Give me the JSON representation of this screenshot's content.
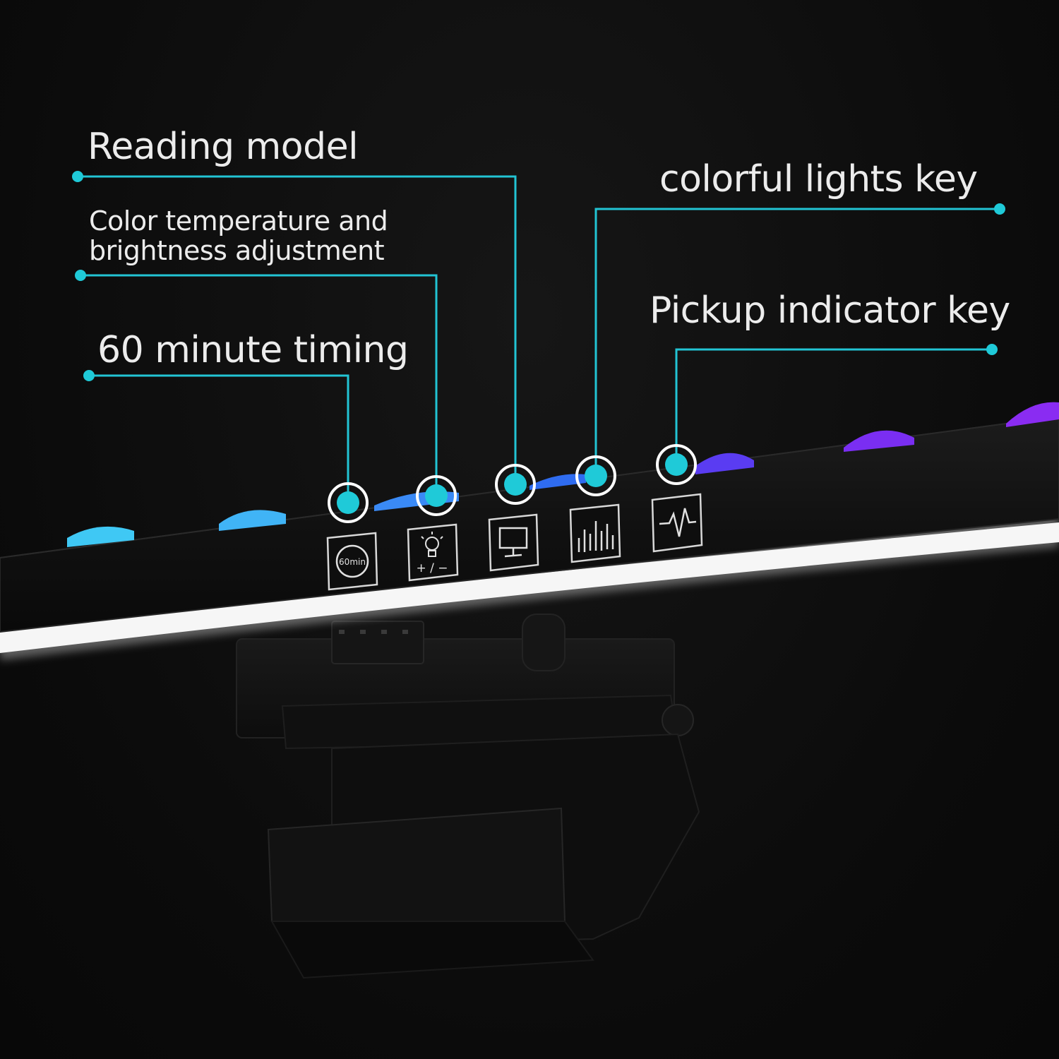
{
  "callouts": {
    "reading_model": "Reading model",
    "color_temp_line1": "Color temperature and",
    "color_temp_line2": "brightness adjustment",
    "timing": "60 minute timing",
    "colorful_lights": "colorful lights key",
    "pickup_indicator": "Pickup indicator key"
  },
  "keys": [
    {
      "icon": "timer-60min-icon",
      "text": "60min"
    },
    {
      "icon": "bulb-plus-minus-icon",
      "text": "+ / −"
    },
    {
      "icon": "monitor-icon"
    },
    {
      "icon": "equalizer-bars-icon"
    },
    {
      "icon": "pulse-wave-icon"
    }
  ],
  "colors": {
    "background": "#0c0c0c",
    "callout_line": "#22c4d4",
    "callout_dot": "#1fcad8",
    "label_text": "#ececec",
    "led_cyan": "#3fc8f4",
    "led_blue": "#2f6cf0",
    "led_purple": "#8a2cf2",
    "under_glow": "#ffffff"
  }
}
